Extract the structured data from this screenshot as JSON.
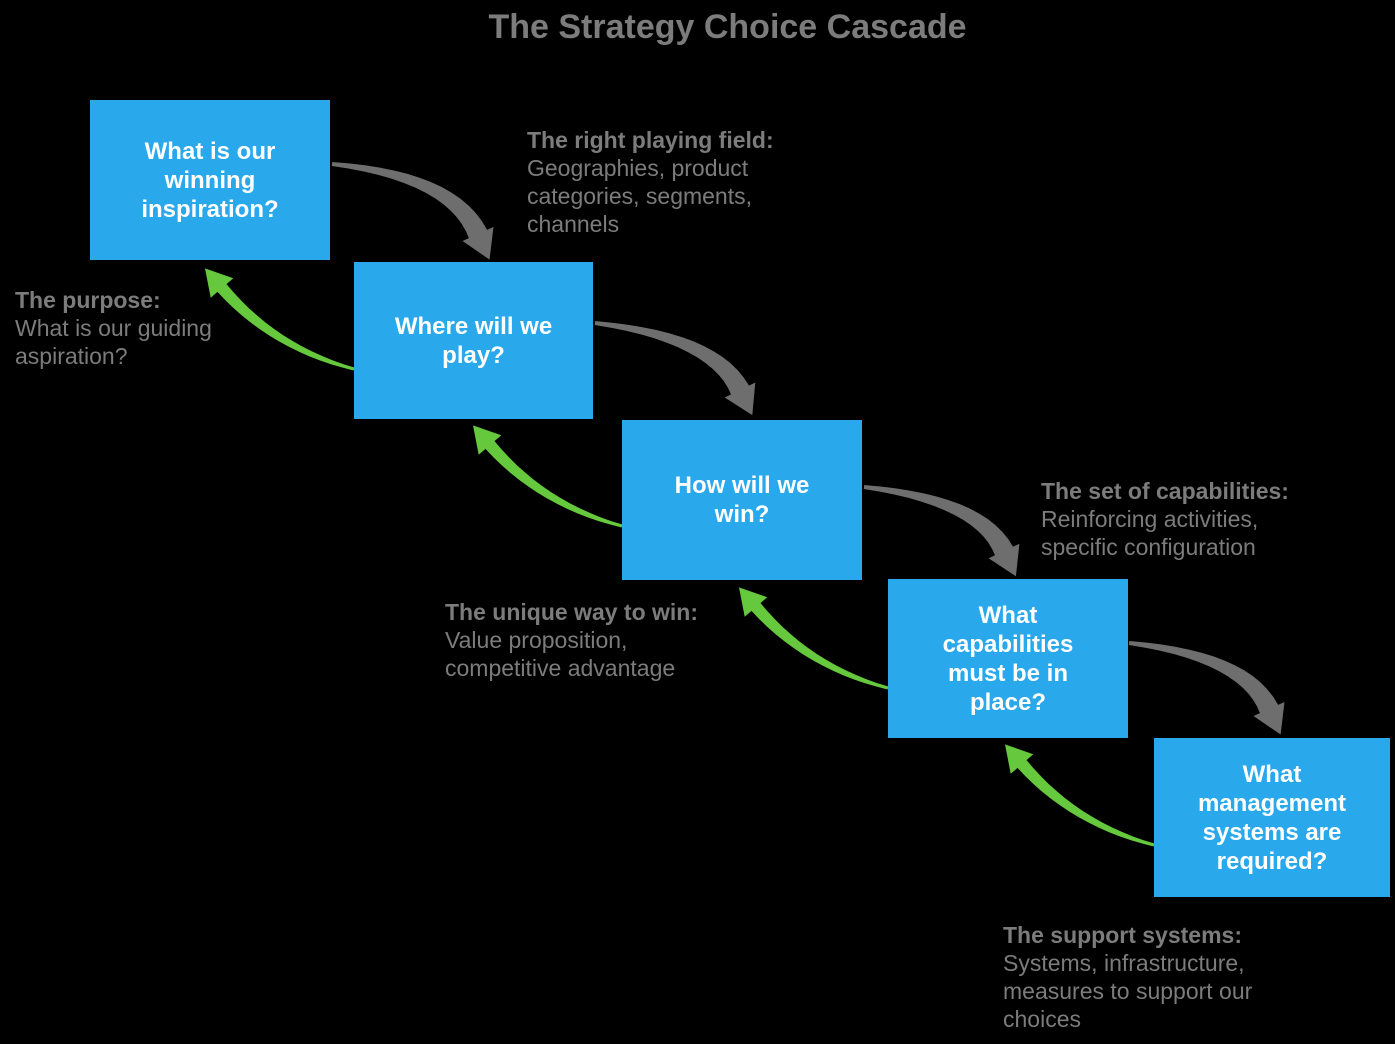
{
  "title": "The Strategy Choice Cascade",
  "boxes": [
    {
      "label": "What is our\nwinning\ninspiration?"
    },
    {
      "label": "Where will we\nplay?"
    },
    {
      "label": "How will we\nwin?"
    },
    {
      "label": "What\ncapabilities\nmust be in\nplace?"
    },
    {
      "label": "What\nmanagement\nsystems are\nrequired?"
    }
  ],
  "annotations": [
    {
      "heading": "The right playing field:",
      "body": "Geographies, product\ncategories, segments,\nchannels"
    },
    {
      "heading": "The purpose:",
      "body": "What is our guiding\naspiration?"
    },
    {
      "heading": "The set of capabilities:",
      "body": "Reinforcing activities,\nspecific configuration"
    },
    {
      "heading": "The unique way to win:",
      "body": "Value proposition,\ncompetitive advantage"
    },
    {
      "heading": "The support systems:",
      "body": "Systems, infrastructure,\nmeasures to support our\nchoices"
    }
  ],
  "colors": {
    "background": "#000000",
    "box_blue": "#29A8EB",
    "box_text": "#FFFFFF",
    "text_gray": "#7C7C7C",
    "arrow_gray": "#6E6E6E",
    "arrow_green": "#65C83D"
  }
}
